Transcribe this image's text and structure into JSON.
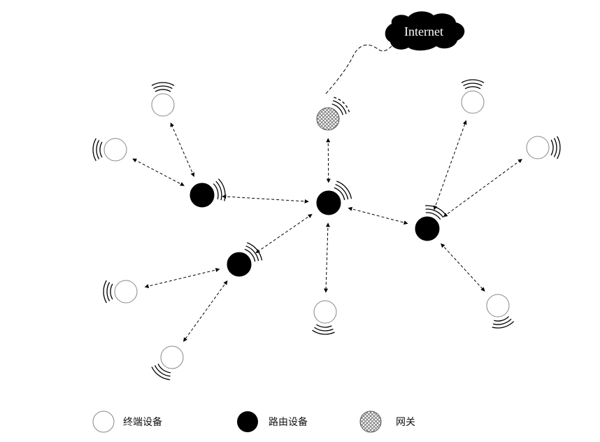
{
  "internet_label": "Internet",
  "legend": {
    "terminal_label": "终端设备",
    "router_label": "路由设备",
    "gateway_label": "网关"
  },
  "colors": {
    "stroke": "#000000",
    "terminal_fill": "#ffffff",
    "terminal_stroke": "#888888",
    "router_fill": "#000000",
    "cloud_fill": "#000000"
  },
  "nodes": [
    {
      "id": "gateway",
      "kind": "gateway"
    },
    {
      "id": "r-center",
      "kind": "router"
    },
    {
      "id": "r-left",
      "kind": "router"
    },
    {
      "id": "r-right",
      "kind": "router"
    },
    {
      "id": "r-bottom",
      "kind": "router"
    },
    {
      "id": "t1",
      "kind": "terminal"
    },
    {
      "id": "t2",
      "kind": "terminal"
    },
    {
      "id": "t3",
      "kind": "terminal"
    },
    {
      "id": "t4",
      "kind": "terminal"
    },
    {
      "id": "t5",
      "kind": "terminal"
    },
    {
      "id": "t6",
      "kind": "terminal"
    },
    {
      "id": "t7",
      "kind": "terminal"
    },
    {
      "id": "t8",
      "kind": "terminal"
    }
  ],
  "links": [
    [
      "gateway",
      "r-center"
    ],
    [
      "r-center",
      "r-left"
    ],
    [
      "r-center",
      "r-right"
    ],
    [
      "r-center",
      "r-bottom"
    ],
    [
      "r-center",
      "t5"
    ],
    [
      "r-left",
      "t1"
    ],
    [
      "r-left",
      "t2"
    ],
    [
      "r-bottom",
      "t3"
    ],
    [
      "r-bottom",
      "t4"
    ],
    [
      "r-right",
      "t6"
    ],
    [
      "r-right",
      "t7"
    ],
    [
      "r-right",
      "t8"
    ]
  ]
}
